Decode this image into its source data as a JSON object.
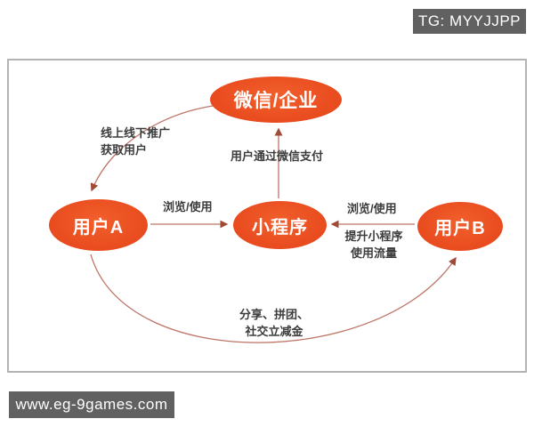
{
  "badges": {
    "top_right": "TG: MYYJJPP",
    "bottom_left": "www.eg-9games.com"
  },
  "diagram": {
    "nodes": [
      {
        "id": "wechat-enterprise",
        "label": "微信/企业"
      },
      {
        "id": "user-a",
        "label": "用户A"
      },
      {
        "id": "mini-program",
        "label": "小程序"
      },
      {
        "id": "user-b",
        "label": "用户B"
      }
    ],
    "edge_labels": [
      {
        "id": "promotion",
        "lines": [
          "线上线下推广",
          "获取用户"
        ]
      },
      {
        "id": "wechat-pay",
        "lines": [
          "用户通过微信支付"
        ]
      },
      {
        "id": "browse-use-a",
        "lines": [
          "浏览/使用"
        ]
      },
      {
        "id": "browse-use-b",
        "lines": [
          "浏览/使用"
        ]
      },
      {
        "id": "boost-traffic",
        "lines": [
          "提升小程序",
          "使用流量"
        ]
      },
      {
        "id": "share-groupbuy",
        "lines": [
          "分享、拼团、",
          "社交立减金"
        ]
      }
    ],
    "edges": [
      {
        "from": "wechat-enterprise",
        "to": "user-a",
        "label": "线上线下推广 获取用户"
      },
      {
        "from": "mini-program",
        "to": "wechat-enterprise",
        "label": "用户通过微信支付"
      },
      {
        "from": "user-a",
        "to": "mini-program",
        "label": "浏览/使用"
      },
      {
        "from": "user-b",
        "to": "mini-program",
        "label": "浏览/使用 提升小程序使用流量"
      },
      {
        "from": "user-a",
        "to": "user-b",
        "label": "分享、拼团、社交立减金"
      }
    ]
  },
  "colors": {
    "node_fill": "#e84a1d",
    "node_text": "#ffffff",
    "arrow": "#bd7466",
    "arrowhead": "#a04a38",
    "label_text": "#3c3c3c",
    "frame_border": "#b3b3b3",
    "badge_bg": "#616161",
    "badge_text": "#ffffff"
  }
}
